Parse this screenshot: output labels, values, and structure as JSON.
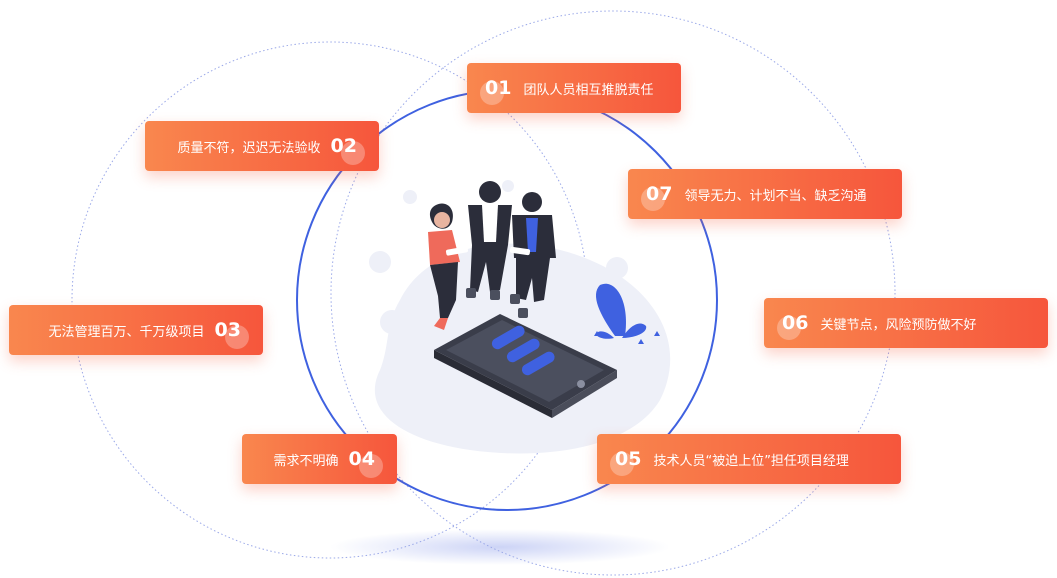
{
  "diagram": {
    "items": [
      {
        "num": "01",
        "label": "团队人员相互推脱责任"
      },
      {
        "num": "02",
        "label": "质量不符，迟迟无法验收"
      },
      {
        "num": "03",
        "label": "无法管理百万、千万级项目"
      },
      {
        "num": "04",
        "label": "需求不明确"
      },
      {
        "num": "05",
        "label": "技术人员“被迫上位”担任项目经理"
      },
      {
        "num": "06",
        "label": "关键节点，风险预防做不好"
      },
      {
        "num": "07",
        "label": "领导无力、计划不当、缺乏沟通"
      }
    ]
  },
  "colors": {
    "tag_start": "#f9874e",
    "tag_end": "#f6563c",
    "circle_main": "#3f61e0",
    "circle_dotted": "#9aa8e8",
    "blob": "#eef0f8"
  }
}
